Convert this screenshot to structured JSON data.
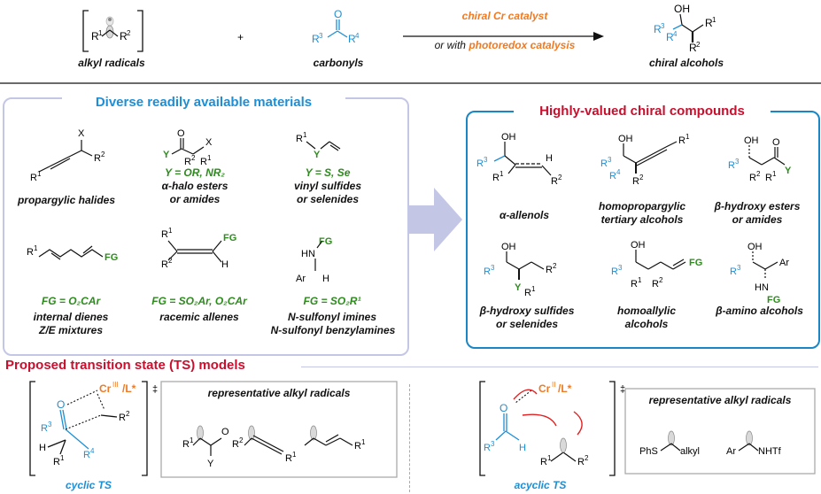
{
  "top": {
    "alkyl_radicals": "alkyl radicals",
    "carbonyls": "carbonyls",
    "catalyst_top": "chiral Cr catalyst",
    "catalyst_bottom_prefix": "or with ",
    "catalyst_bottom_highlight": "photoredox catalysis",
    "chiral_alcohols": "chiral alcohols",
    "plus": "+"
  },
  "left_panel": {
    "title": "Diverse readily available materials",
    "items": [
      {
        "line1": "propargylic halides",
        "line2": ""
      },
      {
        "note": "Y = OR, NR₂",
        "line1": "α-halo esters",
        "line2": "or amides"
      },
      {
        "note": "Y = S, Se",
        "line1": "vinyl sulfides",
        "line2": "or selenides"
      },
      {
        "note": "FG = O₂CAr",
        "line1": "internal dienes",
        "line2": "Z/E mixtures"
      },
      {
        "note": "FG = SO₂Ar, O₂CAr",
        "line1": "racemic allenes",
        "line2": ""
      },
      {
        "note": "FG = SO₂R¹",
        "line1": "N-sulfonyl imines",
        "line2": "N-sulfonyl benzylamines"
      }
    ]
  },
  "right_panel": {
    "title": "Highly-valued chiral compounds",
    "items": [
      {
        "line1": "α-allenols",
        "line2": ""
      },
      {
        "line1": "homopropargylic",
        "line2": "tertiary alcohols"
      },
      {
        "line1": "β-hydroxy esters",
        "line2": "or amides"
      },
      {
        "line1": "β-hydroxy sulfides",
        "line2": "or selenides"
      },
      {
        "line1": "homoallylic",
        "line2": "alcohols"
      },
      {
        "line1": "β-amino alcohols",
        "line2": ""
      }
    ]
  },
  "ts": {
    "title": "Proposed transition state (TS) models",
    "rep_title_left": "representative alkyl radicals",
    "rep_title_right": "representative alkyl radicals",
    "cyclic": "cyclic TS",
    "acyclic": "acyclic TS",
    "dagger": "‡"
  },
  "colors": {
    "blue": "#1d8fd6",
    "green": "#2e8b1e",
    "orange": "#f07a22",
    "red": "#c8102e",
    "lavender": "#c4c6e6",
    "panel_blue": "#1b86c5"
  }
}
